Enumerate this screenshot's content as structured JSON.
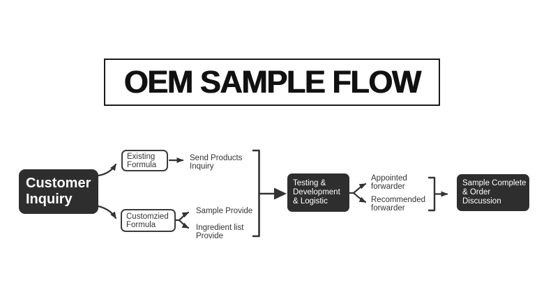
{
  "title": {
    "text": "OEM SAMPLE FLOW"
  },
  "colors": {
    "background": "#ffffff",
    "node_dark_bg": "#2e2e2e",
    "node_light_border": "#3b3b3b",
    "line": "#333333",
    "text_dark": "#333333",
    "text_light": "#ffffff",
    "title_border": "#1b1b1b"
  },
  "nodes": {
    "customer_inquiry": {
      "line1": "Customer",
      "line2": "Inquiry"
    },
    "existing_formula": {
      "line1": "Existing",
      "line2": "Formula"
    },
    "customized_formula": {
      "line1": "Customzied",
      "line2": "Formula"
    },
    "testing_logistic": {
      "line1": "Testing &",
      "line2": "Development",
      "line3": "& Logistic"
    },
    "sample_complete": {
      "line1": "Sample Complete",
      "line2": "& Order Discussion"
    }
  },
  "labels": {
    "send_products_inquiry": {
      "line1": "Send Products",
      "line2": "Inquiry"
    },
    "sample_provide": {
      "line1": "Sample Provide"
    },
    "ingredient_list_provide": {
      "line1": "Ingredient list",
      "line2": "Provide"
    },
    "appointed_forwarder": {
      "line1": "Appointed",
      "line2": "forwarder"
    },
    "recommended_forwarder": {
      "line1": "Recommended",
      "line2": "forwarder"
    }
  }
}
